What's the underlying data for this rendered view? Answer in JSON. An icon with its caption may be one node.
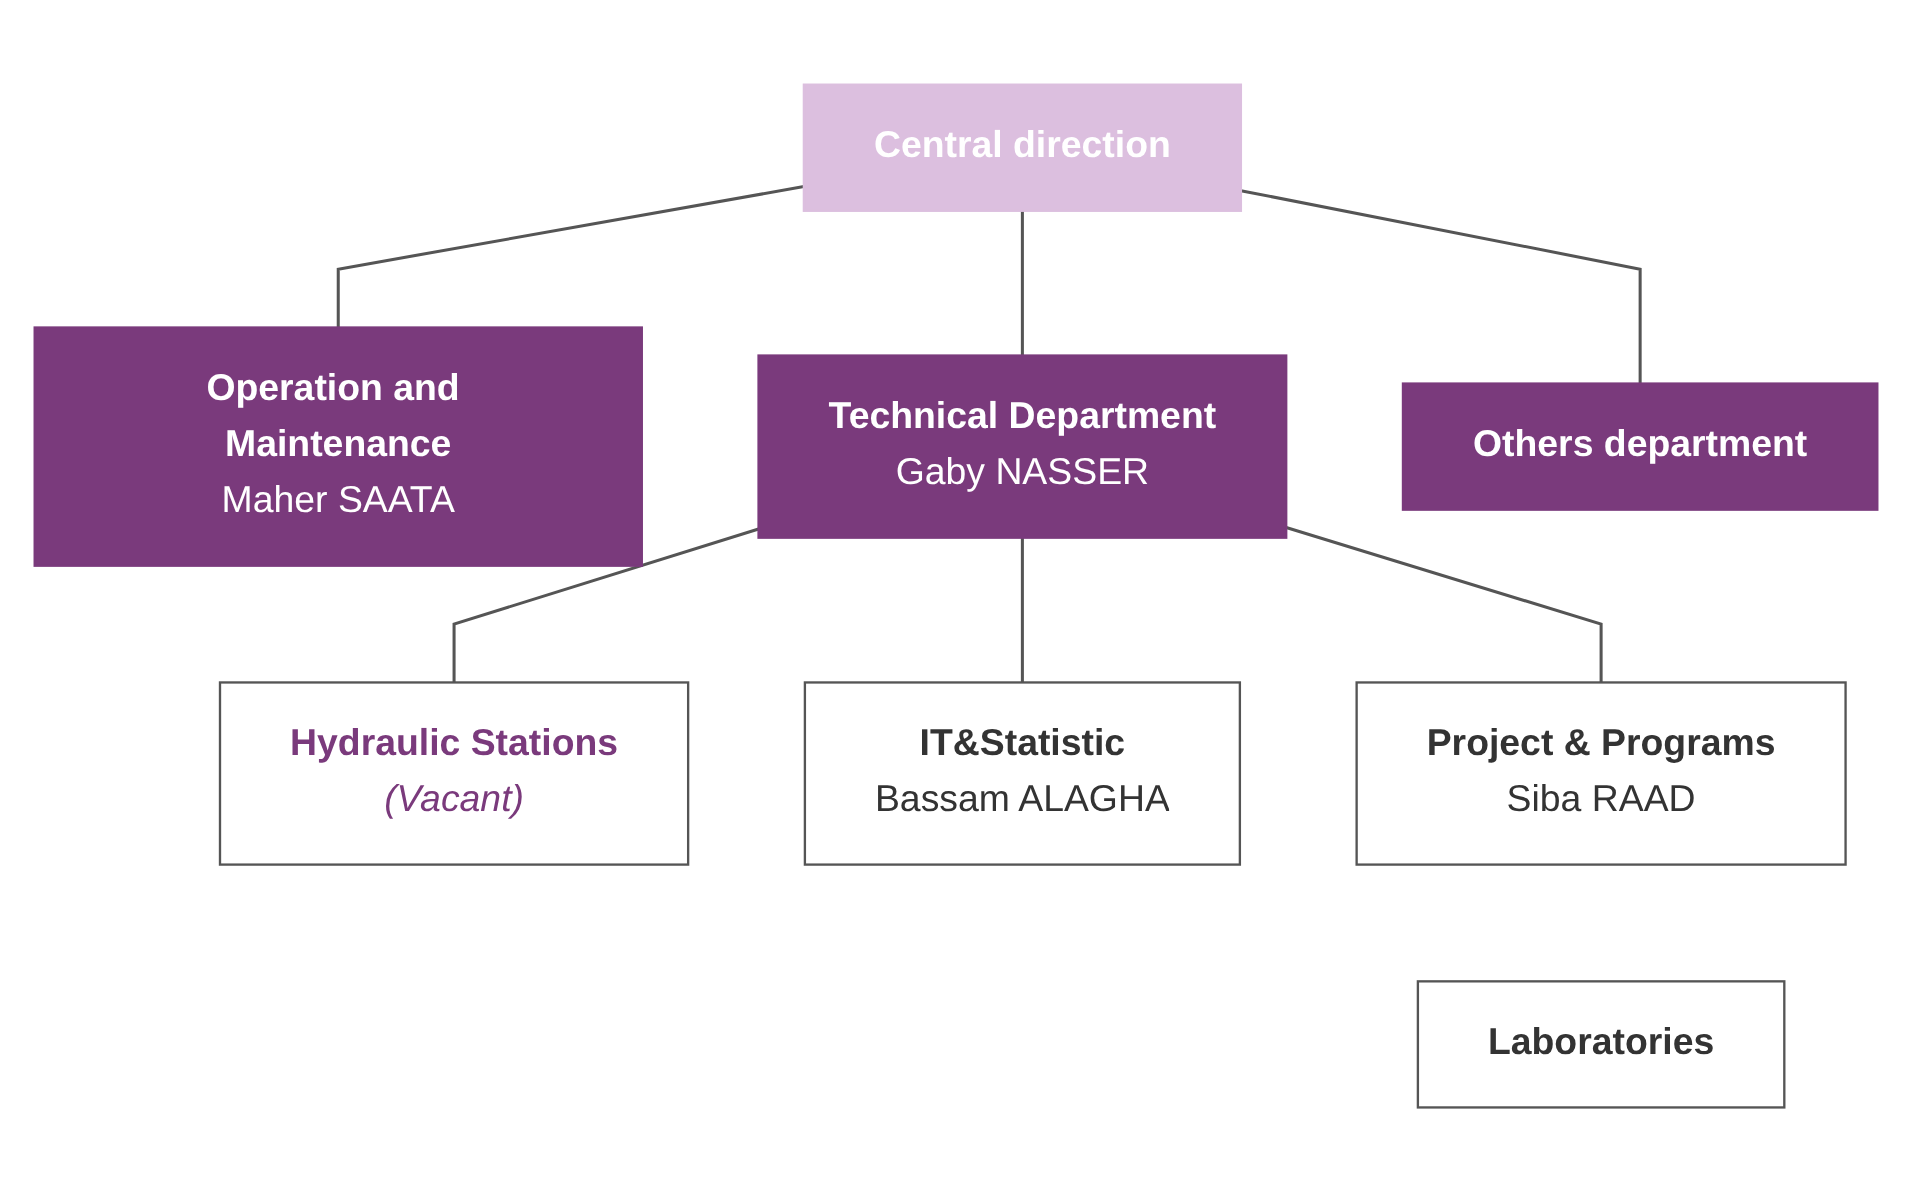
{
  "diagram": {
    "nodes": [
      {
        "text": [
          "Central direction"
        ]
      },
      {
        "text": [
          "Operation and Maintenance",
          "Maher SAATA"
        ]
      },
      {
        "text": [
          "Technical Department",
          "Gaby NASSER"
        ]
      },
      {
        "text": [
          "Others department"
        ]
      },
      {
        "text": [
          "Hydraulic Stations",
          "(Vacant)"
        ]
      },
      {
        "text": [
          "IT&Statistic",
          "Bassam ALAGHA"
        ]
      },
      {
        "text": [
          "Project & Programs",
          "Siba RAAD"
        ]
      },
      {
        "text": [
          "Laboratories"
        ]
      }
    ],
    "edges": [
      {
        "from": 0,
        "to": 1,
        "arrow": "none"
      },
      {
        "from": 0,
        "to": 2,
        "arrow": "none"
      },
      {
        "from": 0,
        "to": 3,
        "arrow": "none"
      },
      {
        "from": 2,
        "to": 4,
        "arrow": "none"
      },
      {
        "from": 2,
        "to": 5,
        "arrow": "none"
      },
      {
        "from": 2,
        "to": 6,
        "arrow": "none"
      }
    ]
  }
}
